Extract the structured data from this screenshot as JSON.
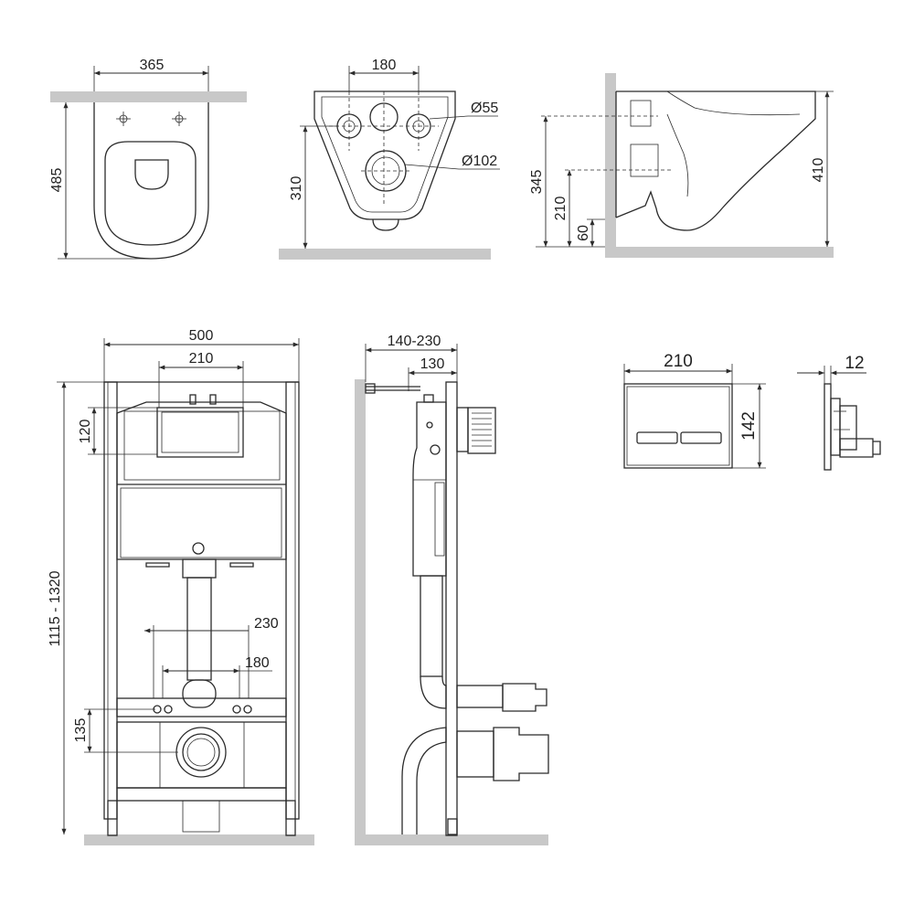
{
  "diagram_title": "",
  "views": {
    "bowl_top": {
      "width": "365",
      "depth": "485"
    },
    "bowl_rear": {
      "hole_spacing": "180",
      "bolt_height": "310",
      "small_hole": "Ø55",
      "large_hole": "Ø102"
    },
    "bowl_side": {
      "h_345": "345",
      "h_210": "210",
      "h_60": "60",
      "h_410": "410"
    },
    "frame_front": {
      "width": "500",
      "inner": "210",
      "top": "120",
      "height": "1115 - 1320",
      "h_230": "230",
      "h_180": "180",
      "h_135": "135"
    },
    "frame_side": {
      "depth_range": "140-230",
      "depth_130": "130"
    },
    "button_front": {
      "width": "210",
      "height": "142"
    },
    "button_side": {
      "thickness": "12"
    }
  },
  "colors": {
    "floor": "#c8c8c8",
    "line": "#2b2b2b"
  }
}
